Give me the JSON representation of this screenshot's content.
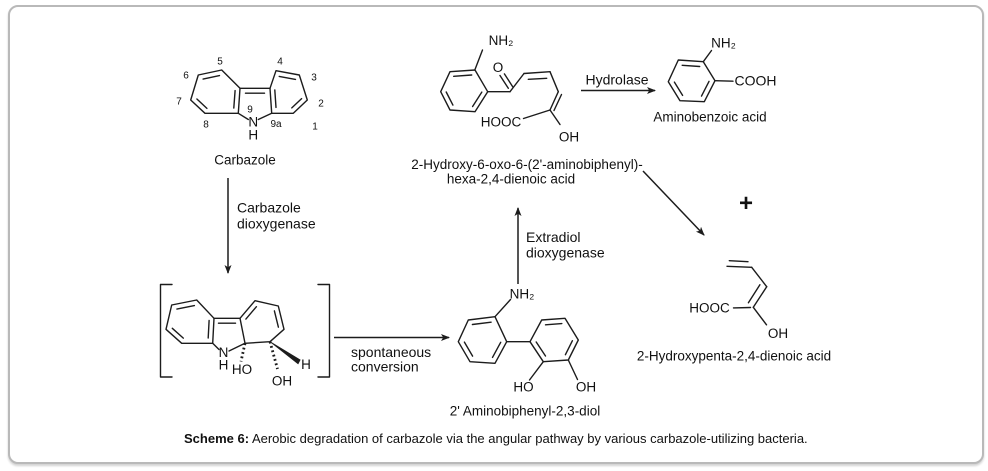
{
  "colors": {
    "line": "#1c1c1c",
    "border": "#b9b9b9",
    "background": "#ffffff"
  },
  "molecules": {
    "carbazole": {
      "name": "Carbazole",
      "numbers": {
        "n1": "1",
        "n2": "2",
        "n3": "3",
        "n4": "4",
        "n5": "5",
        "n6": "6",
        "n7": "7",
        "n8": "8",
        "n9": "9",
        "n9a": "9a"
      },
      "atoms": {
        "N": "N",
        "H": "H"
      }
    },
    "dihydroxy": {
      "atoms": {
        "N": "N",
        "H_n": "H",
        "HO": "HO",
        "OH": "OH",
        "H_c1": "H"
      }
    },
    "hohd": {
      "name_line1": "2-Hydroxy-6-oxo-6-(2'-aminobiphenyl)-",
      "name_line2": "hexa-2,4-dienoic acid",
      "atoms": {
        "NH2": "NH₂",
        "O": "O",
        "HOOC": "HOOC",
        "OH": "OH"
      }
    },
    "aminobenzoic": {
      "name": "Aminobenzoic acid",
      "atoms": {
        "NH2": "NH₂",
        "COOH": "COOH"
      }
    },
    "diol": {
      "name": "2' Aminobiphenyl-2,3-diol",
      "atoms": {
        "NH2": "NH₂",
        "HO": "HO",
        "OH": "OH"
      }
    },
    "hydroxypenta": {
      "name": "2-Hydroxypenta-2,4-dienoic acid",
      "atoms": {
        "HOOC": "HOOC",
        "OH": "OH"
      }
    }
  },
  "reactions": {
    "carbazole_dioxygenase": {
      "line1": "Carbazole",
      "line2": "dioxygenase"
    },
    "spontaneous": {
      "line1": "spontaneous",
      "line2": "conversion"
    },
    "extradiol": {
      "line1": "Extradiol",
      "line2": "dioxygenase"
    },
    "hydrolase": {
      "label": "Hydrolase"
    },
    "plus": "+"
  },
  "caption": {
    "label": "Scheme 6:",
    "text": "Aerobic degradation of carbazole via the angular pathway by various carbazole-utilizing bacteria."
  }
}
